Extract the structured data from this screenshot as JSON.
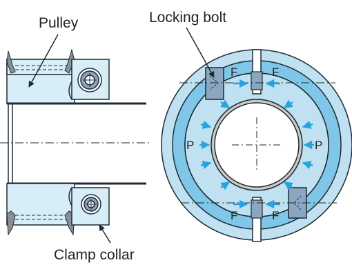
{
  "labels": {
    "pulley": "Pulley",
    "locking_bolt": "Locking bolt",
    "clamp_collar": "Clamp collar",
    "pressure": "P",
    "force": "F"
  },
  "colors": {
    "collar_outer": "#bfe1f1",
    "collar_ring": "#7fc6e8",
    "pulley_fill": "#d7edf8",
    "bolt_fill": "#8aa6c0",
    "bore_fill": "#ffffff",
    "shaft_ring": "#c9c9c9",
    "arrow": "#29a3dd",
    "line": "#1e2a33"
  }
}
